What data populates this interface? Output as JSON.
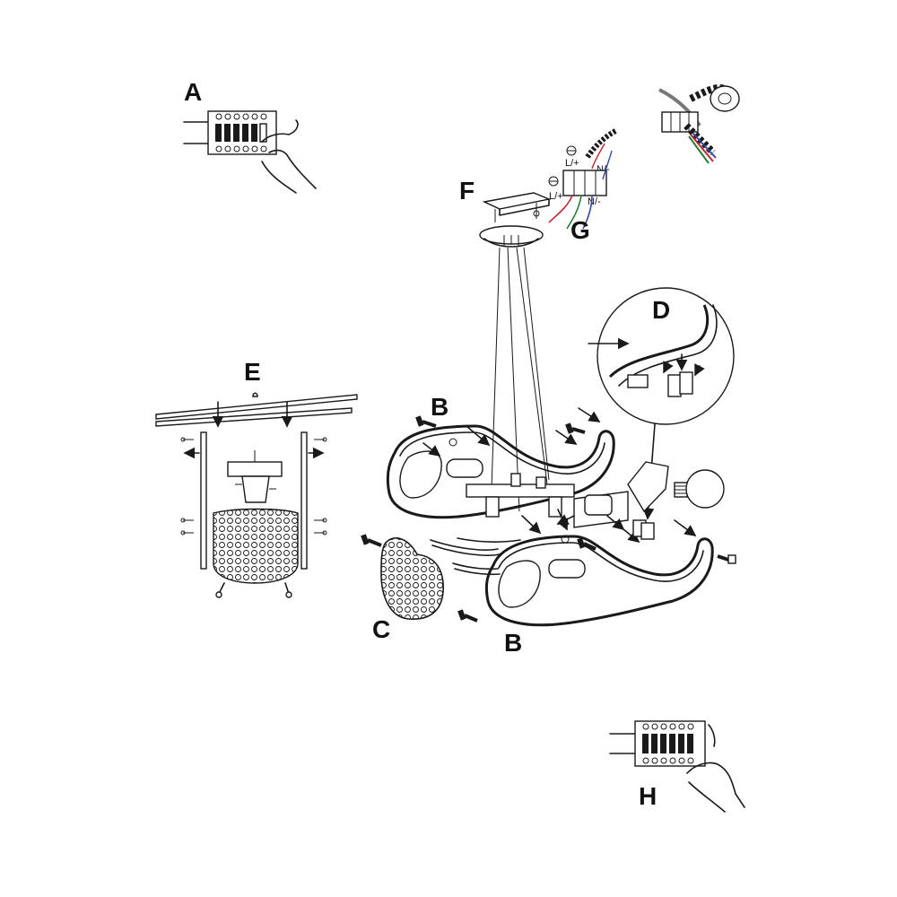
{
  "labels": {
    "A": "A",
    "B_upper": "B",
    "B_lower": "B",
    "C": "C",
    "D": "D",
    "E": "E",
    "F": "F",
    "G": "G",
    "H": "H"
  },
  "terminals": {
    "live_1": "L/+",
    "neutral_1": "N/-",
    "live_2": "L/+",
    "neutral_2": "N/-"
  }
}
